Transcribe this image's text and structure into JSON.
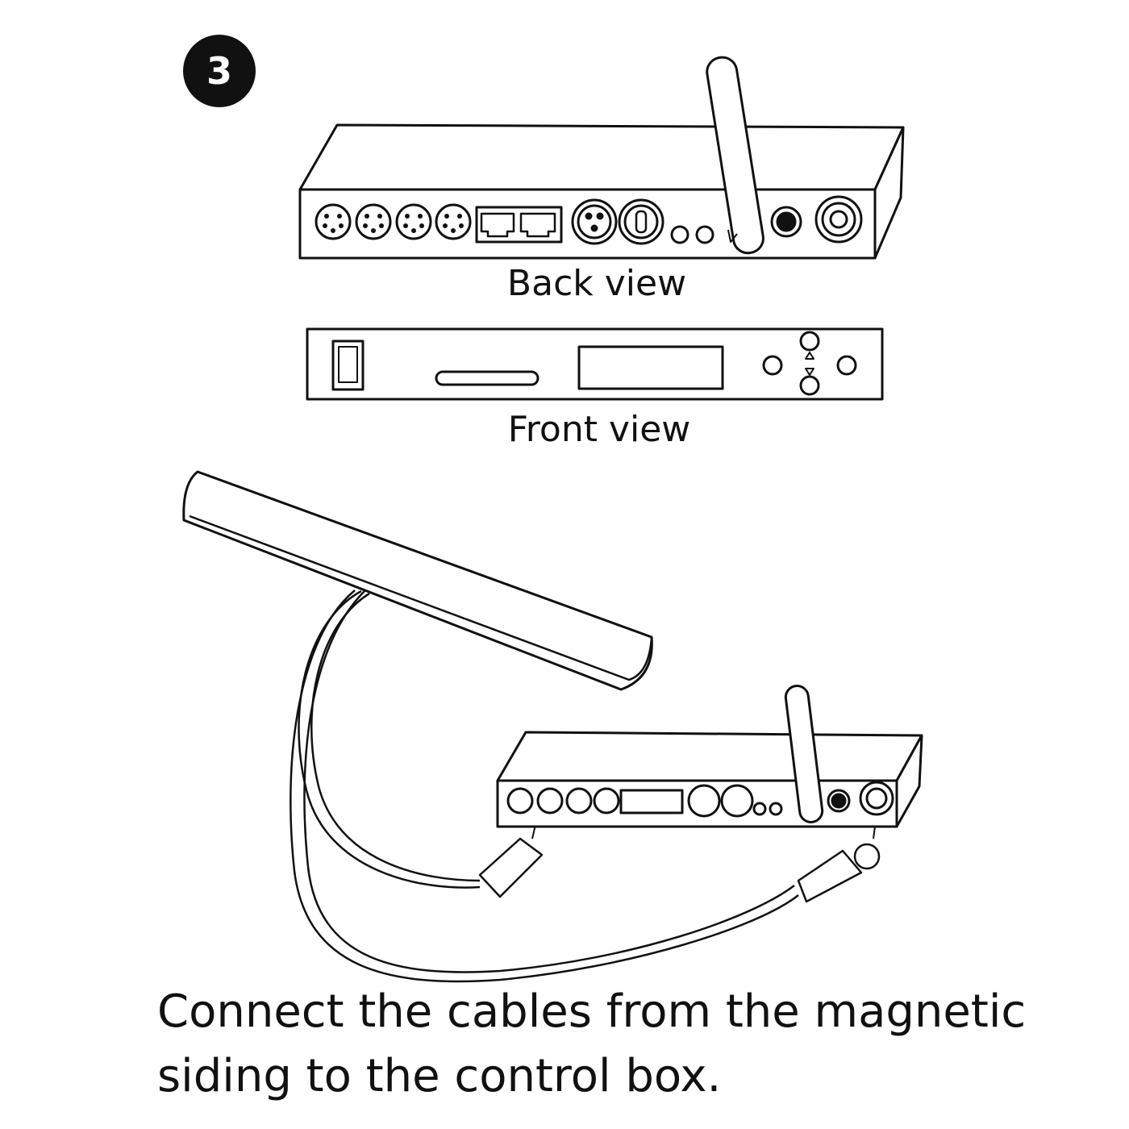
{
  "step": {
    "number": "3"
  },
  "labels": {
    "back_view": "Back view",
    "front_view": "Front view"
  },
  "caption": {
    "line1": "Connect the cables from the magnetic",
    "line2": "siding to the control box."
  },
  "colors": {
    "ink": "#111111",
    "background": "#ffffff"
  }
}
